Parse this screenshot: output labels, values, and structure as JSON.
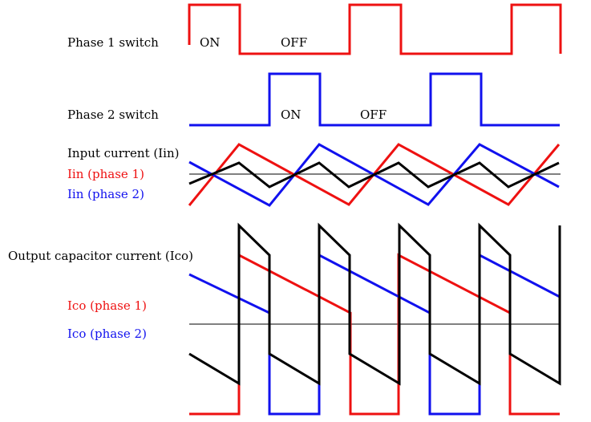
{
  "labels": {
    "phase1_switch": "Phase 1 switch",
    "phase2_switch": "Phase 2 switch",
    "on": "ON",
    "off": "OFF",
    "input_current": "Input current (Iin)",
    "iin_phase1": "Iin (phase 1)",
    "iin_phase2": "Iin (phase 2)",
    "output_capacitor_current": "Output capacitor current (Ico)",
    "ico_phase1": "Ico (phase 1)",
    "ico_phase2": "Ico (phase 2)"
  },
  "colors": {
    "phase1": "#ee1111",
    "phase2": "#1111ee",
    "total": "#000000",
    "text": "#000000"
  },
  "waveforms": {
    "switching_periods_shown": 3,
    "duty_cycle": 0.33,
    "phase_shift_degrees": 180
  }
}
